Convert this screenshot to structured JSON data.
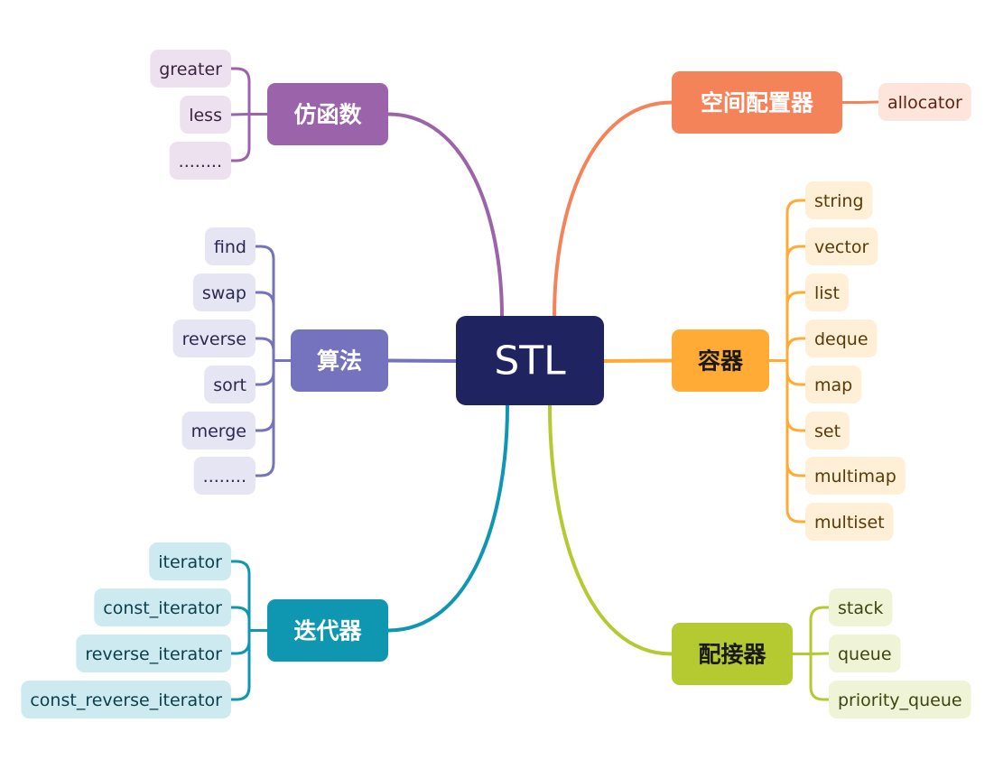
{
  "root": {
    "label": "STL",
    "color": "#1f2360",
    "text_color": "#ffffff"
  },
  "branches": [
    {
      "id": "functor",
      "label": "仿函数",
      "color": "#9b63a9",
      "leaf_bg": "#eee1ef",
      "leaf_text": "#3a2340",
      "children": [
        "greater",
        "less",
        "........"
      ]
    },
    {
      "id": "algorithm",
      "label": "算法",
      "color": "#7573bd",
      "leaf_bg": "#e5e5f3",
      "leaf_text": "#2a2950",
      "children": [
        "find",
        "swap",
        "reverse",
        "sort",
        "merge",
        "........"
      ]
    },
    {
      "id": "iterator",
      "label": "迭代器",
      "color": "#0f97b2",
      "leaf_bg": "#cdeaf0",
      "leaf_text": "#0b3f4b",
      "children": [
        "iterator",
        "const_iterator",
        "reverse_iterator",
        "const_reverse_iterator"
      ]
    },
    {
      "id": "allocator",
      "label": "空间配置器",
      "color": "#f5835a",
      "leaf_bg": "#fde5dc",
      "leaf_text": "#5a2414",
      "children": [
        "allocator"
      ]
    },
    {
      "id": "container",
      "label": "容器",
      "color": "#ffab36",
      "leaf_bg": "#ffefd6",
      "leaf_text": "#5a3b08",
      "children": [
        "string",
        "vector",
        "list",
        "deque",
        "map",
        "set",
        "multimap",
        "multiset"
      ]
    },
    {
      "id": "adapter",
      "label": "配接器",
      "color": "#b5c930",
      "leaf_bg": "#f0f4d6",
      "leaf_text": "#3d4410",
      "children": [
        "stack",
        "queue",
        "priority_queue"
      ]
    }
  ]
}
